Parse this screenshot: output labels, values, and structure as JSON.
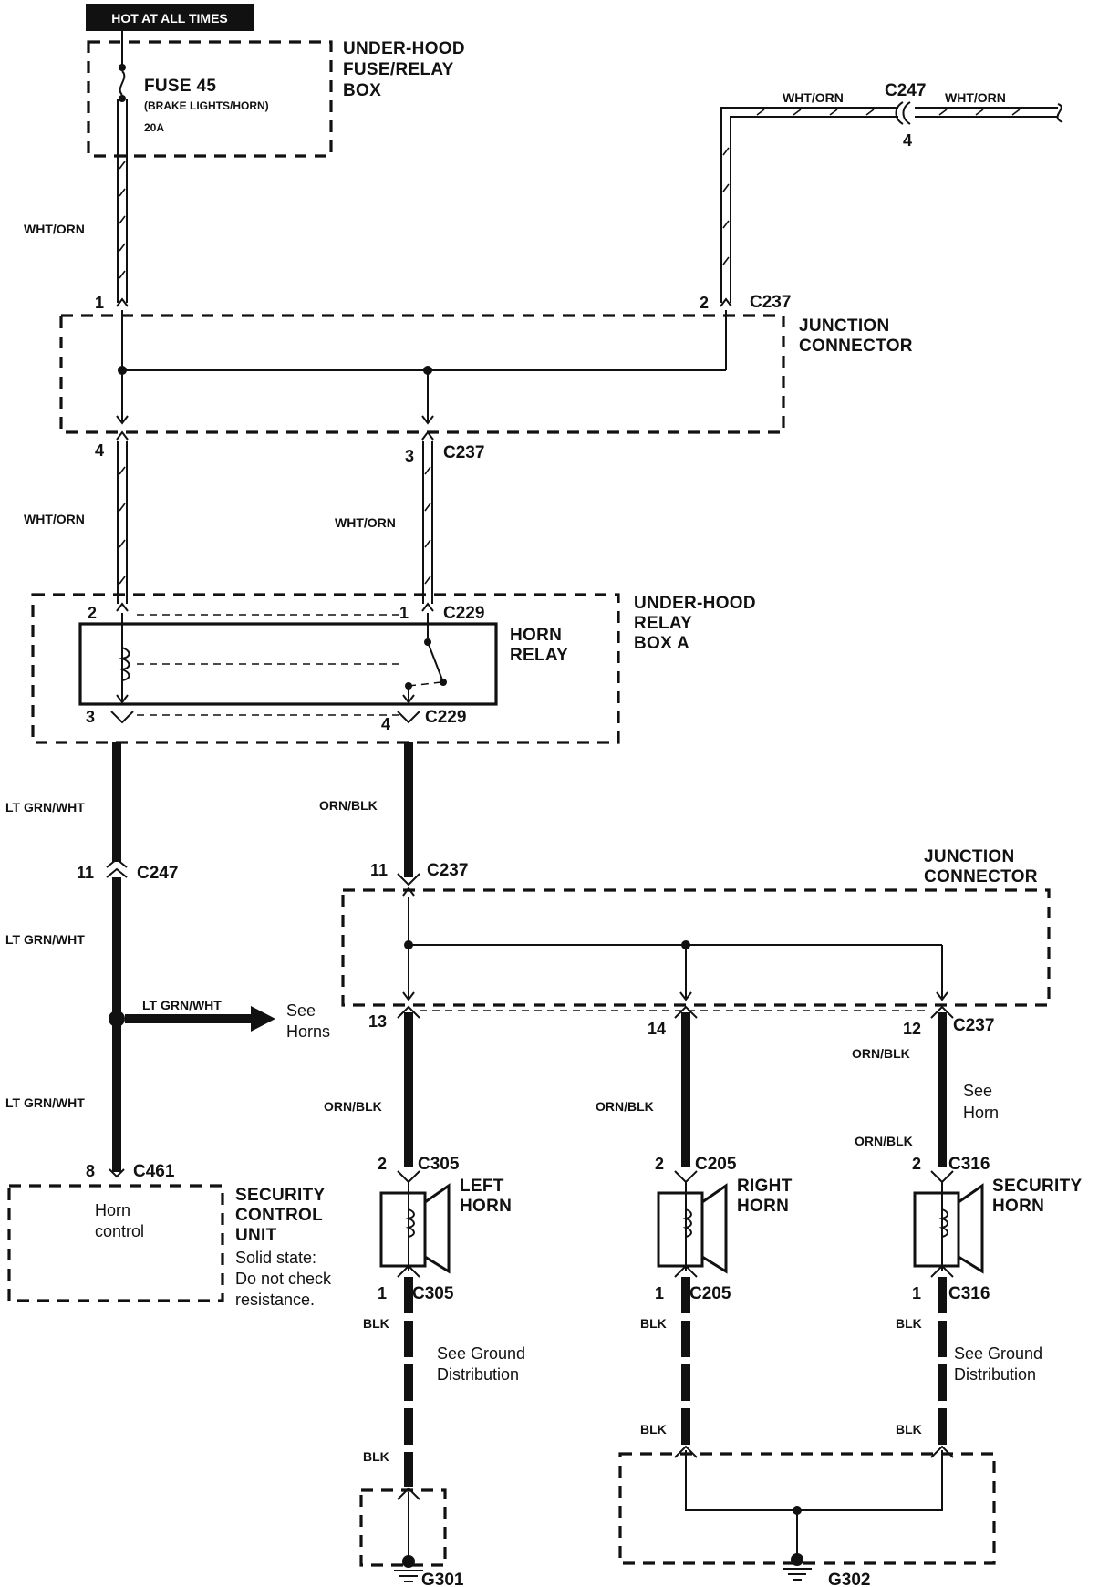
{
  "header_tag": "HOT AT ALL TIMES",
  "fuse": {
    "name": "FUSE 45",
    "desc": "(BRAKE LIGHTS/HORN)",
    "rating": "20A"
  },
  "fuse_box_label": [
    "UNDER-HOOD",
    "FUSE/RELAY",
    "BOX"
  ],
  "junction1_label": [
    "JUNCTION",
    "CONNECTOR"
  ],
  "junction2_label": [
    "JUNCTION",
    "CONNECTOR"
  ],
  "relay_box_label": [
    "UNDER-HOOD",
    "RELAY",
    "BOX A"
  ],
  "relay_label": [
    "HORN",
    "RELAY"
  ],
  "security_unit_label": [
    "SECURITY",
    "CONTROL",
    "UNIT"
  ],
  "security_unit_inner": [
    "Horn",
    "control"
  ],
  "security_unit_note": [
    "Solid state:",
    "Do not check",
    "resistance."
  ],
  "see_horns": [
    "See",
    "Horns"
  ],
  "see_horn": [
    "See",
    "Horn"
  ],
  "see_ground_1": [
    "See Ground",
    "Distribution"
  ],
  "see_ground_2": [
    "See Ground",
    "Distribution"
  ],
  "horns": {
    "left": [
      "LEFT",
      "HORN"
    ],
    "right": [
      "RIGHT",
      "HORN"
    ],
    "security": [
      "SECURITY",
      "HORN"
    ]
  },
  "wires": {
    "wht_orn": "WHT/ORN",
    "lt_grn_wht": "LT GRN/WHT",
    "orn_blk": "ORN/BLK",
    "blk": "BLK"
  },
  "connectors": {
    "c237": "C237",
    "c247": "C247",
    "c229": "C229",
    "c461": "C461",
    "c305": "C305",
    "c205": "C205",
    "c316": "C316"
  },
  "grounds": {
    "g301": "G301",
    "g302": "G302"
  },
  "pins": {
    "p1": "1",
    "p2": "2",
    "p3": "3",
    "p4": "4",
    "p8": "8",
    "p11": "11",
    "p12": "12",
    "p13": "13",
    "p14": "14"
  }
}
